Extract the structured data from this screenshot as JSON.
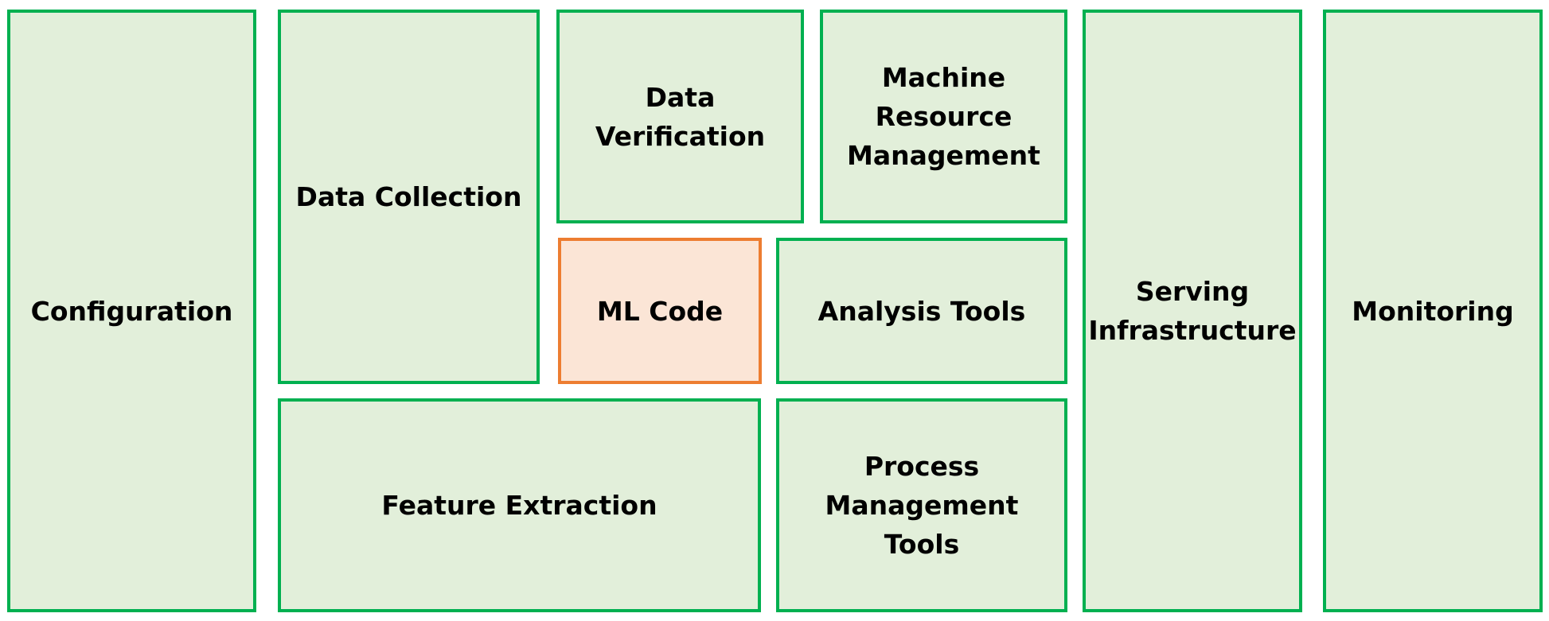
{
  "blocks": {
    "configuration": {
      "label": "Configuration"
    },
    "data_collection": {
      "label": "Data Collection"
    },
    "data_verification": {
      "label": "Data\nVerification"
    },
    "machine_resource_management": {
      "label": "Machine\nResource\nManagement"
    },
    "ml_code": {
      "label": "ML Code"
    },
    "analysis_tools": {
      "label": "Analysis Tools"
    },
    "feature_extraction": {
      "label": "Feature Extraction"
    },
    "process_management_tools": {
      "label": "Process\nManagement Tools"
    },
    "serving_infrastructure": {
      "label": "Serving\nInfrastructure"
    },
    "monitoring": {
      "label": "Monitoring"
    }
  },
  "colors": {
    "block_border": "#00b050",
    "block_fill": "#e2efda",
    "highlight_border": "#ed7d31",
    "highlight_fill": "#fbe5d6",
    "text": "#000000"
  }
}
